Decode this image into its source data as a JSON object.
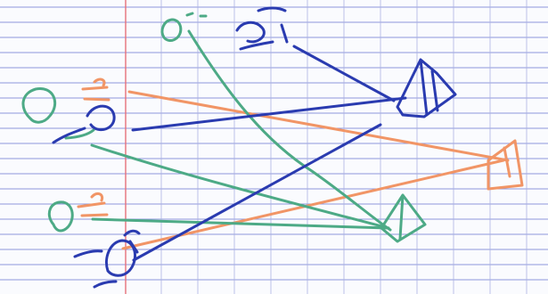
{
  "paper": {
    "background": "#fafbfe",
    "ruled_line_color": "#8f97dc",
    "grid_line_color": "#a9b0e2",
    "margin_line_color": "#e5707a"
  },
  "ink": {
    "blue": "#2a3bb0",
    "green": "#4daa86",
    "orange": "#f19566"
  },
  "labels": {
    "upper_left_orange": "o'",
    "left_blue": "e",
    "left_green": "o",
    "lower_left_orange": "o'",
    "lower_left_green": "o",
    "bottom_blue": "o'",
    "top_green": "o'",
    "top_blue": "o'"
  },
  "shapes": {
    "blue_triangle": "triangle-sketch",
    "green_triangle": "triangle-sketch",
    "orange_triangle": "triangle-sketch"
  }
}
